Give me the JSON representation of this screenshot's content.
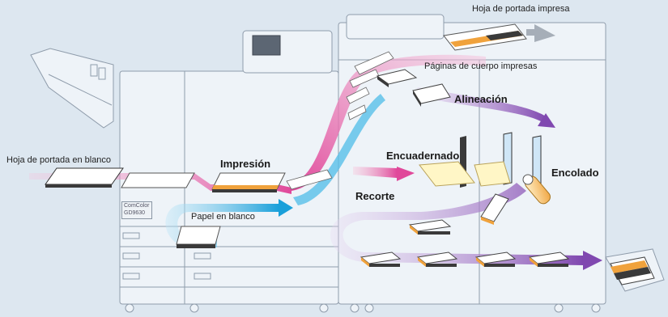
{
  "labels": {
    "cover_printed": "Hoja de portada impresa",
    "body_printed": "Páginas de cuerpo impresas",
    "alignment": "Alineación",
    "cover_blank": "Hoja de portada en blanco",
    "printing": "Impresión",
    "binding": "Encuadernado",
    "gluing": "Encolado",
    "trimming": "Recorte",
    "blank_paper": "Papel en blanco"
  },
  "brand": {
    "line1": "ComColor",
    "line2": "GD9630"
  },
  "colors": {
    "background": "#dde7f0",
    "machine_fill": "#eef3f8",
    "machine_stroke": "#8f9cab",
    "flow_pink": "#e07ab4",
    "flow_blue": "#2aa6dc",
    "flow_purple": "#8e5bb5",
    "flow_orange": "#f0a23c"
  }
}
